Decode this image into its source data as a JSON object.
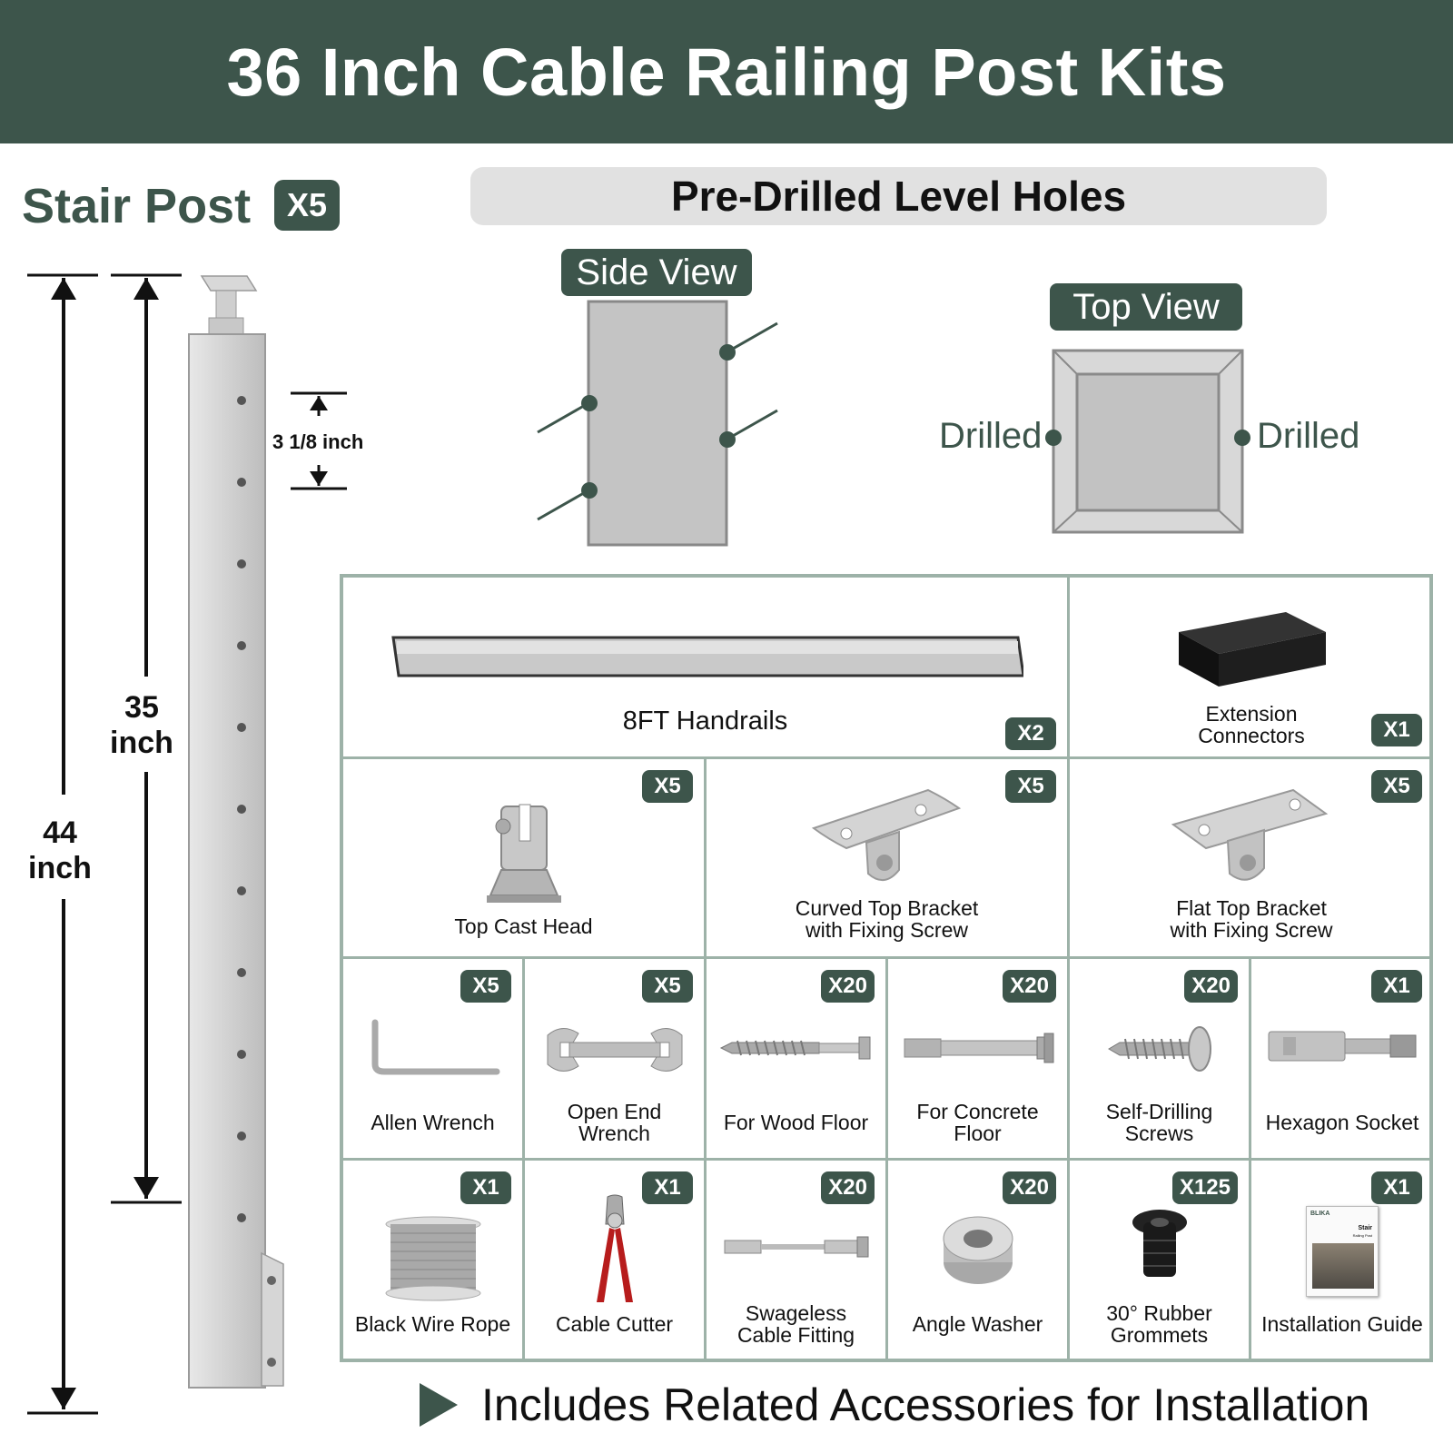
{
  "banner": {
    "title": "36 Inch Cable Railing Post Kits"
  },
  "stair_post": {
    "label": "Stair Post",
    "qty": "X5"
  },
  "predrilled": {
    "label": "Pre-Drilled Level Holes"
  },
  "side_view": {
    "label": "Side View"
  },
  "top_view": {
    "label": "Top View",
    "left_label": "Drilled",
    "right_label": "Drilled"
  },
  "dimensions": {
    "hole_spacing": "3 1/8 inch",
    "inner_num": "35",
    "inner_unit": "inch",
    "outer_num": "44",
    "outer_unit": "inch"
  },
  "parts": [
    {
      "label": "8FT Handrails",
      "qty": "X2",
      "icon": "handrail-icon"
    },
    {
      "label_line1": "Extension",
      "label_line2": "Connectors",
      "qty": "X1",
      "icon": "extension-connector-icon"
    },
    {
      "label": "Top Cast Head",
      "qty": "X5",
      "icon": "cast-head-icon"
    },
    {
      "label_line1": "Curved Top Bracket",
      "label_line2": "with Fixing Screw",
      "qty": "X5",
      "icon": "curved-bracket-icon"
    },
    {
      "label_line1": "Flat Top Bracket",
      "label_line2": "with Fixing Screw",
      "qty": "X5",
      "icon": "flat-bracket-icon"
    },
    {
      "label": "Allen Wrench",
      "qty": "X5",
      "icon": "allen-wrench-icon"
    },
    {
      "label_line1": "Open End",
      "label_line2": "Wrench",
      "qty": "X5",
      "icon": "open-end-wrench-icon"
    },
    {
      "label": "For Wood Floor",
      "qty": "X20",
      "icon": "lag-screw-icon"
    },
    {
      "label_line1": "For Concrete",
      "label_line2": "Floor",
      "qty": "X20",
      "icon": "anchor-bolt-icon"
    },
    {
      "label_line1": "Self-Drilling",
      "label_line2": "Screws",
      "qty": "X20",
      "icon": "self-drilling-screw-icon"
    },
    {
      "label": "Hexagon Socket",
      "qty": "X1",
      "icon": "hex-socket-icon"
    },
    {
      "label": "Black Wire Rope",
      "qty": "X1",
      "icon": "wire-rope-spool-icon"
    },
    {
      "label": "Cable Cutter",
      "qty": "X1",
      "icon": "cable-cutter-icon"
    },
    {
      "label_line1": "Swageless",
      "label_line2": "Cable Fitting",
      "qty": "X20",
      "icon": "cable-fitting-icon"
    },
    {
      "label": "Angle Washer",
      "qty": "X20",
      "icon": "angle-washer-icon"
    },
    {
      "label_line1": "30° Rubber",
      "label_line2": "Grommets",
      "qty": "X125",
      "icon": "rubber-grommet-icon"
    },
    {
      "label": "Installation Guide",
      "qty": "X1",
      "icon": "installation-guide-icon",
      "guide_brand": "BLIKA",
      "guide_title_1": "Stair",
      "guide_title_2": "Railing Post"
    }
  ],
  "footer": {
    "text": "Includes Related Accessories for Installation"
  },
  "colors": {
    "brand": "#3d554b",
    "grid_border": "#9db2a8",
    "metal": "#c9c9c9"
  }
}
